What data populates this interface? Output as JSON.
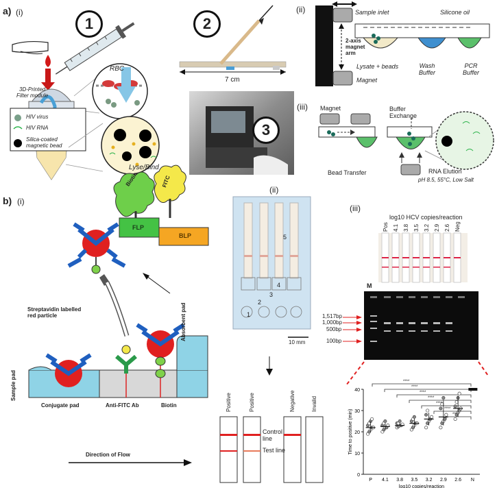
{
  "panel_a": {
    "label": "a)",
    "sub_i": "(i)",
    "sub_ii": "(ii)",
    "sub_iii": "(iii)",
    "steps": [
      "1",
      "2",
      "3"
    ],
    "rbc": "RBC",
    "filter_module": "3D-Printed\nFilter module",
    "legend": [
      "HIV virus",
      "HIV RNA",
      "Silica-coated\nmagnetic bead"
    ],
    "lyse_bind": "Lyse/Bind",
    "length_label": "7 cm",
    "schematic": {
      "magnet_arm": "2-axis\nmagnet\narm",
      "magnet": "Magnet",
      "sample_inlet": "Sample inlet",
      "silicone_oil": "Silicone oil",
      "lysate": "Lysate + beads",
      "wash": "Wash\nBuffer",
      "pcr": "PCR\nBuffer"
    },
    "transfer": {
      "magnet": "Magnet",
      "buffer_exchange": "Buffer\nExchange",
      "bead_transfer": "Bead Transfer",
      "rna_elution": "RNA Elution",
      "conditions": "pH 8.5, 55°C, Low Salt"
    }
  },
  "panel_b": {
    "label": "b)",
    "sub_i": "(i)",
    "sub_ii": "(ii)",
    "sub_iii": "(iii)",
    "biotin_top": "Biotin",
    "fitc_top": "FITC",
    "flp": "FLP",
    "blp": "BLP",
    "streptavidin": "Streptavidin labelled\nred particle",
    "absorbent_pad": "Absorbent pad",
    "sample_pad": "Sample pad",
    "conjugate_pad": "Conjugate pad",
    "anti_fitc": "Anti-FITC Ab",
    "biotin_bottom": "Biotin",
    "direction": "Direction of Flow",
    "strip_numbers": [
      "1",
      "2",
      "3",
      "4",
      "5"
    ],
    "scale_bar": "10 mm",
    "result_strips": [
      "Positive",
      "Positive",
      "Negative",
      "Invalid"
    ],
    "control_line": "Control\nline",
    "test_line": "Test line",
    "gel_title": "log10 HCV copies/reaction",
    "gel_lanes": [
      "Pos",
      "4.1",
      "3.8",
      "3.5",
      "3.2",
      "2.9",
      "2.6",
      "Neg"
    ],
    "gel_marker": "M",
    "ladder": [
      "1,517bp",
      "1,000bp",
      "500bp",
      "100bp"
    ],
    "significance": [
      "****",
      "****",
      "****",
      "****",
      "****",
      "****",
      "****"
    ]
  },
  "colors": {
    "red": "#e02020",
    "blue_ab": "#1f5fbf",
    "green": "#3cb43c",
    "yellow": "#f2e64a",
    "orange": "#f5a623",
    "cyan_pad": "#8fd3e6",
    "gray_pad": "#d8d8d8"
  },
  "chart_data": {
    "type": "scatter",
    "title": "",
    "xlabel": "log10 copies/reaction",
    "ylabel": "Time to positive (min)",
    "categories": [
      "P",
      "4.1",
      "3.8",
      "3.5",
      "3.2",
      "2.9",
      "2.6",
      "N"
    ],
    "ylim": [
      0,
      40
    ],
    "yticks": [
      0,
      10,
      20,
      30,
      40
    ],
    "series": [
      {
        "category": "P",
        "values": [
          19,
          20,
          21,
          22,
          22,
          23,
          24,
          25,
          26
        ]
      },
      {
        "category": "4.1",
        "values": [
          20,
          21,
          22,
          22,
          23,
          23,
          24,
          25
        ]
      },
      {
        "category": "3.8",
        "values": [
          22,
          22.5,
          23,
          23,
          23.5,
          24,
          24,
          25
        ]
      },
      {
        "category": "3.5",
        "values": [
          21,
          22,
          23,
          24,
          24,
          25,
          26,
          27
        ]
      },
      {
        "category": "3.2",
        "values": [
          22,
          24,
          25,
          26,
          27,
          28,
          30
        ]
      },
      {
        "category": "2.9",
        "values": [
          22,
          24,
          25,
          26,
          28,
          31,
          33,
          36
        ]
      },
      {
        "category": "2.6",
        "values": [
          26,
          28,
          29,
          30,
          31,
          32,
          34,
          36,
          38
        ]
      },
      {
        "category": "N",
        "values": [
          40,
          40,
          40,
          40,
          40,
          40
        ]
      }
    ],
    "medians": [
      22,
      22.5,
      23,
      24,
      26,
      27,
      31,
      40
    ]
  }
}
